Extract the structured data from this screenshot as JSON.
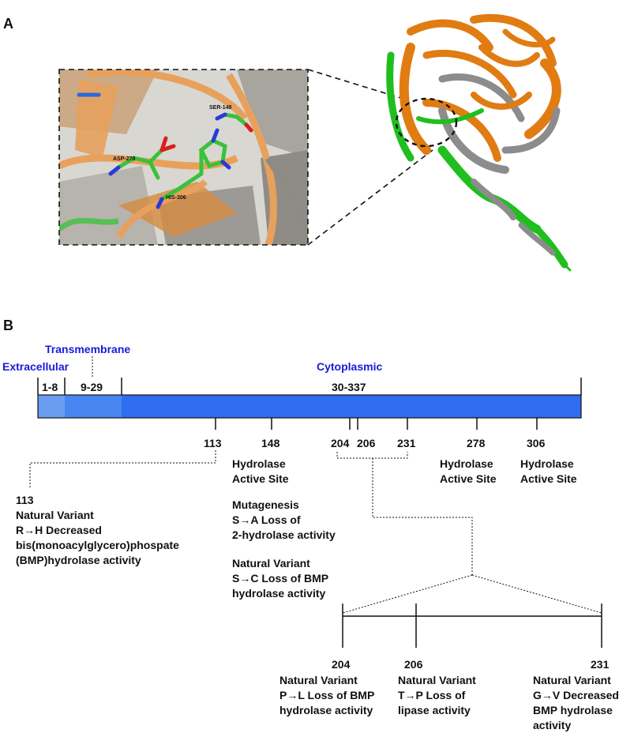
{
  "panels": {
    "a": "A",
    "b": "B"
  },
  "structure": {
    "residue_labels": [
      "SER-148",
      "ASP-278",
      "HIS-306"
    ],
    "colors": {
      "orange": "#e07c12",
      "gray": "#8c8c8c",
      "green": "#1fbf1f",
      "stick_green": "#39c239",
      "stick_red": "#d81e1e",
      "stick_blue": "#2a3ad8"
    }
  },
  "domains": {
    "extracellular": {
      "label": "Extracellular",
      "range": "1-8",
      "start": 1,
      "end": 8
    },
    "transmembrane": {
      "label": "Transmembrane",
      "range": "9-29",
      "start": 9,
      "end": 29
    },
    "cytoplasmic": {
      "label": "Cytoplasmic",
      "range": "30-337",
      "start": 30,
      "end": 337
    }
  },
  "sites": [
    {
      "pos": "113"
    },
    {
      "pos": "148"
    },
    {
      "pos": "204"
    },
    {
      "pos": "206"
    },
    {
      "pos": "231"
    },
    {
      "pos": "278"
    },
    {
      "pos": "306"
    }
  ],
  "active_site_labels": {
    "s148": "Hydrolase\nActive Site",
    "s278": "Hydrolase\nActive Site",
    "s306": "Hydrolase\nActive Site"
  },
  "annotations": {
    "v113": "113\nNatural Variant\nR→H Decreased\nbis(monoacylglycero)phospate\n(BMP)hydrolase activity",
    "mut148": "Mutagenesis\nS→A Loss of\n2-hydrolase activity",
    "nat148": "Natural Variant\nS→C Loss of BMP\nhydrolase activity",
    "v204": "Natural Variant\nP→L Loss of BMP\nhydrolase activity",
    "v206": "Natural Variant\nT→P Loss of\nlipase activity",
    "v231": "Natural Variant\nG→V Decreased\nBMP hydrolase\nactivity"
  },
  "zoom": {
    "labels": [
      "204",
      "206",
      "231"
    ]
  },
  "colors": {
    "bar_extracellular": "#6a9cf2",
    "bar_transmembrane": "#4a86f2",
    "bar_cytoplasmic": "#2f6cf0",
    "domain_label": "#1a1adc",
    "active_site": "#e8141e"
  }
}
